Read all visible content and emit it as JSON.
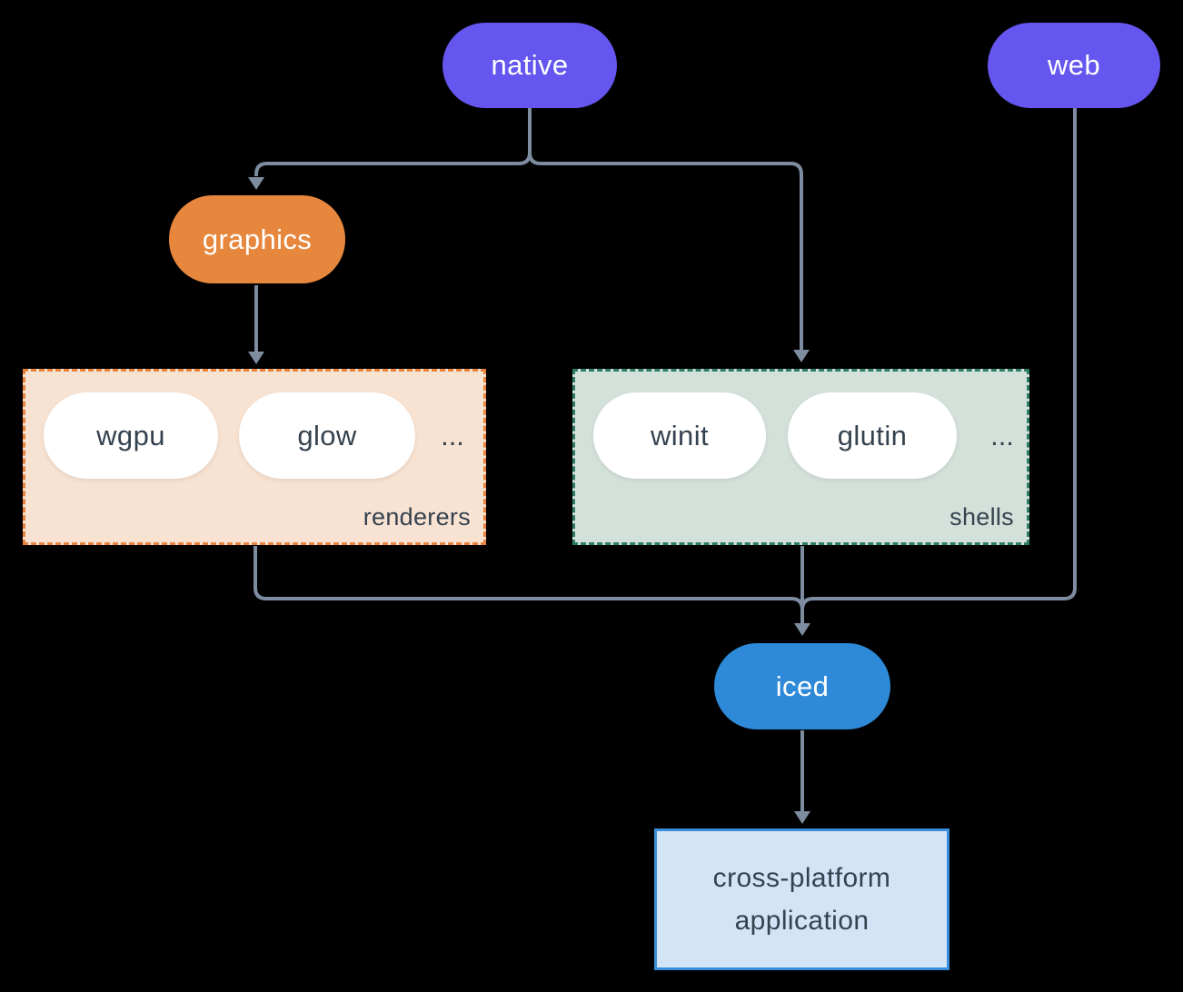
{
  "canvas": {
    "background": "#000000",
    "connector_color": "#7e8ca0"
  },
  "nodes": {
    "native": {
      "label": "native",
      "bg": "#6456ee",
      "text_color": "#ffffff"
    },
    "web": {
      "label": "web",
      "bg": "#6456ee",
      "text_color": "#ffffff"
    },
    "graphics": {
      "label": "graphics",
      "bg": "#e7873d",
      "text_color": "#ffffff"
    },
    "iced": {
      "label": "iced",
      "bg": "#2e8ad9",
      "text_color": "#ffffff"
    },
    "application": {
      "lines": [
        "cross-platform",
        "application"
      ],
      "bg": "#d4e4f7",
      "border_color": "#3a8edb",
      "text_color": "#35424f"
    }
  },
  "groups": {
    "renderers": {
      "label": "renderers",
      "ellipsis": "...",
      "bg": "#f8e3d3",
      "border_color": "#e8823a",
      "items": [
        {
          "label": "wgpu"
        },
        {
          "label": "glow"
        }
      ]
    },
    "shells": {
      "label": "shells",
      "ellipsis": "...",
      "bg": "#d4e1da",
      "border_color": "#2c7d68",
      "items": [
        {
          "label": "winit"
        },
        {
          "label": "glutin"
        }
      ]
    }
  }
}
